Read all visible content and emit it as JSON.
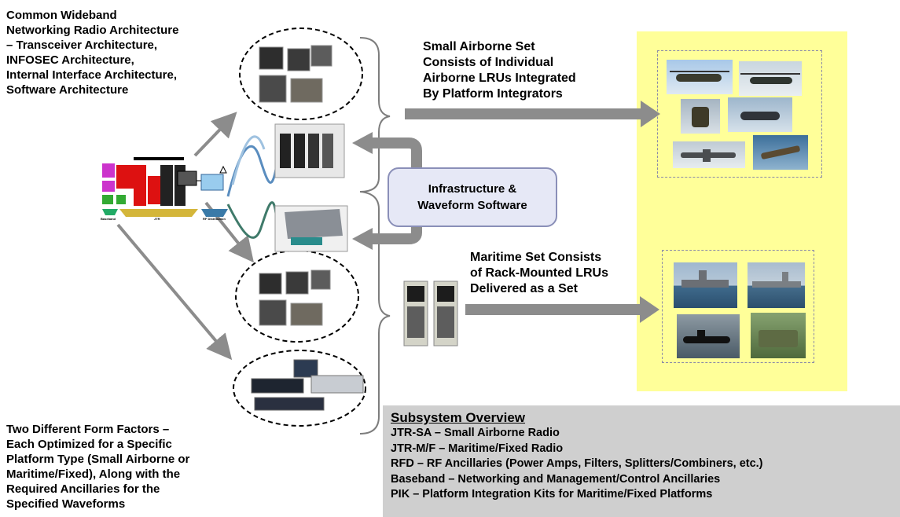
{
  "top_left_text": [
    "Common Wideband",
    "Networking Radio Architecture",
    "– Transceiver Architecture,",
    "INFOSEC Architecture,",
    "Internal Interface Architecture,",
    "Software Architecture"
  ],
  "bottom_left_text": [
    "Two Different Form Factors –",
    "Each Optimized for a Specific",
    "Platform Type (Small Airborne or",
    "Maritime/Fixed), Along with the",
    "Required Ancillaries for the",
    "Specified Waveforms"
  ],
  "airborne_text": [
    "Small Airborne Set",
    "Consists of Individual",
    "Airborne LRUs Integrated",
    "By Platform Integrators"
  ],
  "maritime_text": [
    "Maritime Set Consists",
    "of Rack-Mounted LRUs",
    "Delivered as a Set"
  ],
  "infrastructure": [
    "Infrastructure &",
    "Waveform Software"
  ],
  "overview": {
    "title": "Subsystem Overview",
    "lines": [
      "JTR-SA – Small Airborne Radio",
      "JTR-M/F – Maritime/Fixed Radio",
      "RFD – RF Ancillaries (Power Amps, Filters, Splitters/Combiners, etc.)",
      "Baseband – Networking and Management/Control Ancillaries",
      "PIK – Platform Integration Kits for Maritime/Fixed Platforms"
    ]
  },
  "block_diagram": {
    "left_labels": [
      "Baseband",
      "JTR",
      "RF Distribution"
    ]
  },
  "colors": {
    "yellow_panel": "#ffff99",
    "arrow_gray": "#8c8c8c",
    "overview_bg": "#cfcfcf",
    "infra_bg": "#e6e8f6"
  }
}
